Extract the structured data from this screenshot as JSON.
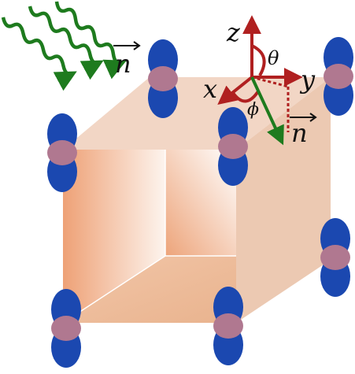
{
  "labels": {
    "n_vec_left": "n",
    "n_vec_right": "n",
    "axis_x": "x",
    "axis_y": "y",
    "axis_z": "z",
    "theta": "θ",
    "phi": "ϕ"
  },
  "colors": {
    "wave": "#1e7b1e",
    "axes": "#b02020",
    "orbital_lobe": "#1b48b0",
    "orbital_core": "#b07890",
    "cube_face": "#ecc9b2",
    "cube_inner": "#f0a878"
  },
  "icons": {
    "orbital": "dumbbell-orbital-icon",
    "wave": "wavy-arrow-icon",
    "vector_arrow": "vector-arrow-icon"
  }
}
